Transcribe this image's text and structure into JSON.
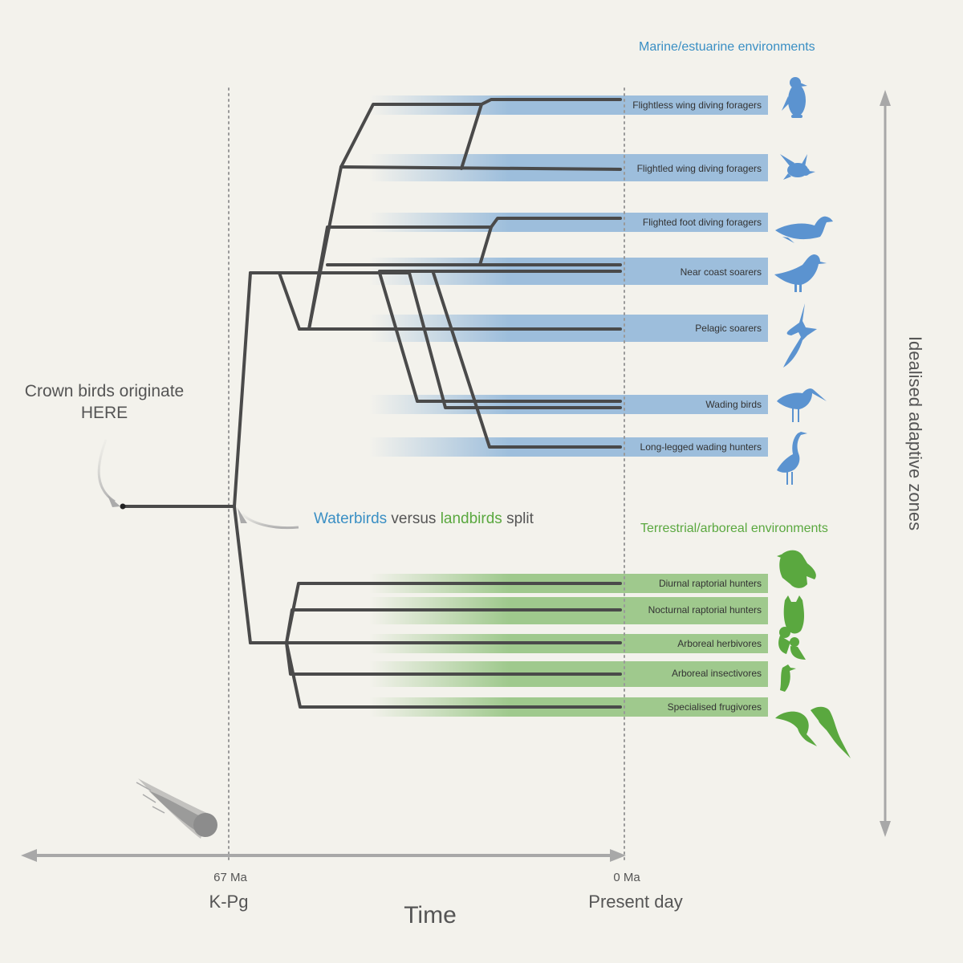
{
  "headings": {
    "marine": "Marine/estuarine environments",
    "terrestrial": "Terrestrial/arboreal environments"
  },
  "annotations": {
    "crown_origin_line1": "Crown birds originate",
    "crown_origin_line2": "HERE",
    "split_water": "Waterbirds",
    "split_versus": " versus ",
    "split_land": "landbirds",
    "split_end": " split"
  },
  "time_axis": {
    "title": "Time",
    "kpg_value": "67 Ma",
    "kpg_name": "K-Pg",
    "present_value": "0 Ma",
    "present_name": "Present day"
  },
  "vertical_axis_label": "Idealised adaptive zones",
  "marine_zones": [
    {
      "label": "Flightless wing diving foragers",
      "icon": "penguin-icon"
    },
    {
      "label": "Flightled wing diving foragers",
      "icon": "auk-icon"
    },
    {
      "label": "Flighted foot diving foragers",
      "icon": "loon-icon"
    },
    {
      "label": "Near coast soarers",
      "icon": "gull-icon"
    },
    {
      "label": "Pelagic soarers",
      "icon": "albatross-icon"
    },
    {
      "label": "Wading birds",
      "icon": "sandpiper-icon"
    },
    {
      "label": "Long-legged wading hunters",
      "icon": "heron-icon"
    }
  ],
  "land_zones": [
    {
      "label": "Diurnal raptorial hunters",
      "icon": "eagle-icon"
    },
    {
      "label": "Nocturnal raptorial hunters",
      "icon": "owl-icon"
    },
    {
      "label": "Arboreal herbivores",
      "icon": "parrot-icon"
    },
    {
      "label": "Arboreal insectivores",
      "icon": "songbird-icon"
    },
    {
      "label": "Specialised frugivores",
      "icon": "hornbill-icon"
    }
  ],
  "colors": {
    "background": "#f3f2ec",
    "marine": "#3a8fc4",
    "marine_band": "#9dbedc",
    "terrestrial": "#5aa83f",
    "terrestrial_band": "#9fc98d",
    "tree": "#4a4a4a",
    "axis": "#a8a8a8"
  }
}
